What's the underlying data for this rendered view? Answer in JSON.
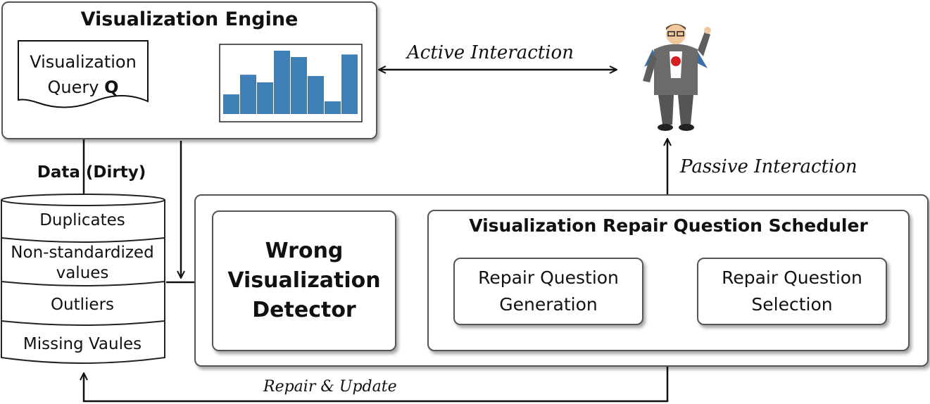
{
  "engine": {
    "title": "Visualization Engine",
    "query_line1": "Visualization",
    "query_line2": "Query ",
    "query_var": "Q",
    "histogram_values": [
      0.31,
      0.62,
      0.5,
      1.0,
      0.9,
      0.6,
      0.2,
      0.94
    ]
  },
  "data": {
    "title": "Data (Dirty)",
    "layers": [
      "Duplicates",
      "Non-standardized values",
      "Outliers",
      "Missing Vaules"
    ]
  },
  "detector": {
    "label": "Wrong Visualization Detector"
  },
  "scheduler": {
    "title": "Visualization Repair Question Scheduler",
    "generation": "Repair Question Generation",
    "selection": "Repair Question Selection"
  },
  "interactions": {
    "active": "Active Interaction",
    "passive": "Passive Interaction",
    "repair": "Repair & Update"
  },
  "colors": {
    "bar": "#3f7fb8",
    "border": "#555555"
  },
  "icons": {
    "user": "superhero-user-icon"
  }
}
